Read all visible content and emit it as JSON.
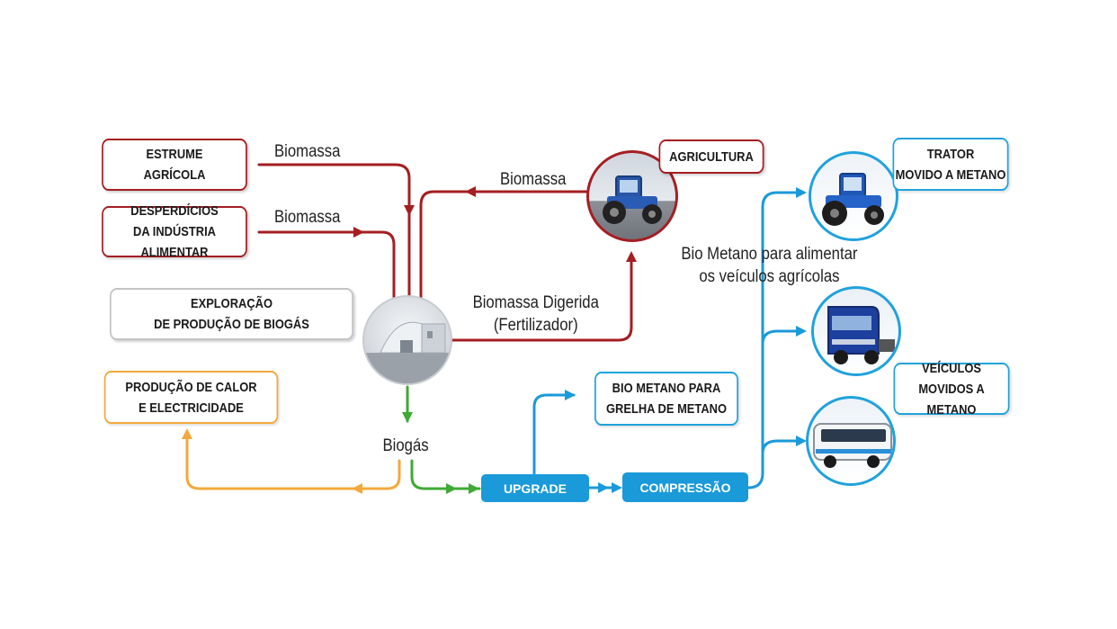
{
  "nodes": {
    "estrume": [
      "ESTRUME",
      "AGRÍCOLA"
    ],
    "desperdicios": [
      "DESPERDÍCIOS",
      "DA INDÚSTRIA ALIMENTAR"
    ],
    "exploracao": [
      "EXPLORAÇÃO",
      "DE PRODUÇÃO DE BIOGÁS"
    ],
    "calor": [
      "PRODUÇÃO DE CALOR",
      "E ELECTRICIDADE"
    ],
    "agricultura": [
      "AGRICULTURA"
    ],
    "grelha": [
      "BIO METANO PARA",
      "GRELHA DE METANO"
    ],
    "trator": [
      "TRATOR",
      "MOVIDO A METANO"
    ],
    "veiculos": [
      "VEÍCULOS",
      "MOVIDOS A METANO"
    ]
  },
  "steps": {
    "upgrade": "UPGRADE",
    "compressao": "COMPRESSÃO"
  },
  "labels": {
    "biomassa_1": "Biomassa",
    "biomassa_2": "Biomassa",
    "biomassa_3": "Biomassa",
    "digerida_1": "Biomassa Digerida",
    "digerida_2": "(Fertilizador)",
    "biogas": "Biogás",
    "bio_metano_1": "Bio Metano para alimentar",
    "bio_metano_2": "os veículos agrícolas"
  },
  "colors": {
    "biomass_flow": "#a51e22",
    "biogas_flow": "#3faa35",
    "energy_flow": "#f3a93c",
    "methane_flow": "#1a9ad9"
  },
  "icons": [
    "biogas-plant-icon",
    "tractor-icon",
    "tractor-icon",
    "truck-icon",
    "bus-icon"
  ]
}
